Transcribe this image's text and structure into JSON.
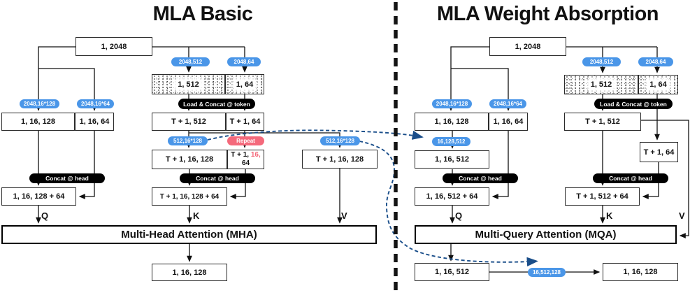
{
  "panels": {
    "basic": {
      "title": "MLA Basic",
      "attention": "Multi-Head Attention (MHA)",
      "boxes": {
        "input": "1, 2048",
        "q_nope": "1, 16, 128",
        "q_rope": "1, 16, 64",
        "kv_cache_c": "1, 512",
        "kv_cache_rope": "1, 64",
        "kv_seq_c": "T + 1, 512",
        "kv_seq_rope": "T + 1, 64",
        "k_nope": "T + 1, 16, 128",
        "k_rope_line1": "T + 1,",
        "k_rope_heads": "16,",
        "k_rope_line2": "64",
        "v_up": "T + 1, 16, 128",
        "q_concat": "1, 16, 128 + 64",
        "k_concat": "T + 1, 16, 128 + 64",
        "output": "1, 16, 128"
      },
      "weights": {
        "wq_nope": "2048,16*128",
        "wq_rope": "2048,16*64",
        "w_dkv": "2048,512",
        "w_krope": "2048,64",
        "wk_up": "512,16*128",
        "wv_up": "512,16*128",
        "repeat": "Repeat"
      },
      "ops": {
        "load_concat": "Load & Concat @ token",
        "concat_q": "Concat @ head",
        "concat_k": "Concat @ head"
      },
      "qkv": {
        "q": "Q",
        "k": "K",
        "v": "V"
      }
    },
    "absorption": {
      "title": "MLA Weight Absorption",
      "attention": "Multi-Query Attention (MQA)",
      "boxes": {
        "input": "1, 2048",
        "q_nope": "1, 16, 128",
        "q_rope": "1, 16, 64",
        "kv_cache_c": "1, 512",
        "kv_cache_rope": "1, 64",
        "kv_seq_c": "T + 1, 512",
        "kv_seq_rope": "T + 1, 64",
        "q_absorbed": "1, 16, 512",
        "q_concat": "1, 16, 512 + 64",
        "k_concat": "T + 1, 512 + 64",
        "out_latent": "1, 16, 512",
        "output": "1, 16, 128"
      },
      "weights": {
        "wq_nope": "2048,16*128",
        "wq_rope": "2048,16*64",
        "w_dkv": "2048,512",
        "w_krope": "2048,64",
        "w_absorbed_qk": "16,128,512",
        "w_absorbed_vo": "16,512,128"
      },
      "ops": {
        "load_concat": "Load & Concat @ token",
        "concat_q": "Concat @ head",
        "concat_k": "Concat @ head"
      },
      "qkv": {
        "q": "Q",
        "k": "K",
        "v": "V"
      }
    }
  },
  "colors": {
    "weight_pill": "#4a96e8",
    "repeat_pill": "#f4697b",
    "op_pill": "#000000",
    "absorb_arrow": "#1a4e8a"
  }
}
